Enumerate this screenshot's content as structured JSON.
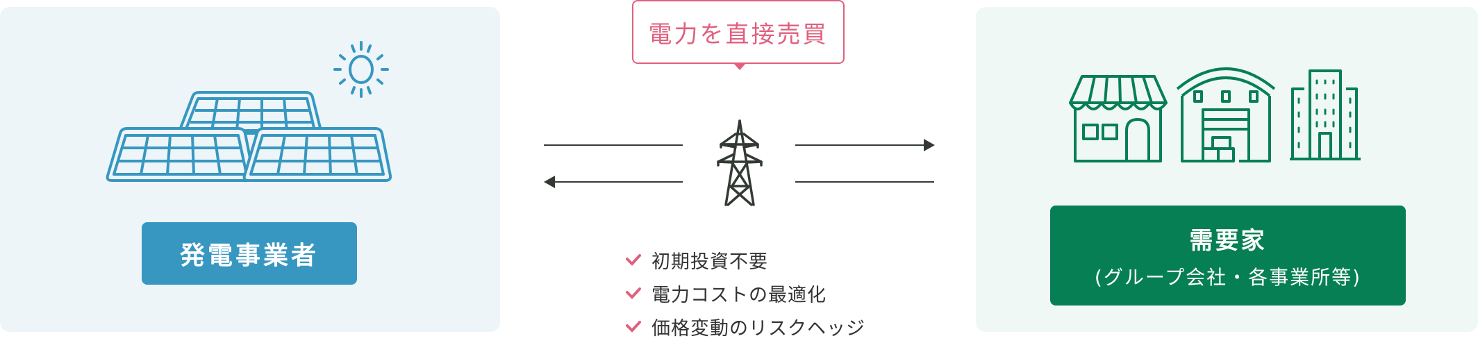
{
  "diagram": {
    "title": "電力を直接売買",
    "colors": {
      "accent_pink": "#e0607e",
      "generator_blue": "#3797c0",
      "consumer_green": "#067f55",
      "line_dark": "#333a33",
      "left_panel_bg": "#edf5f9",
      "right_panel_bg": "#f0f8f5"
    },
    "left": {
      "label": "発電事業者",
      "icons": [
        "solar-panels-icon",
        "sun-icon"
      ]
    },
    "center": {
      "icon": "transmission-tower-icon",
      "arrows": [
        "right-arrow (to consumer)",
        "left-arrow (to generator)"
      ],
      "benefits": [
        "初期投資不要",
        "電力コストの最適化",
        "価格変動のリスクヘッジ"
      ]
    },
    "right": {
      "label_line1": "需要家",
      "label_line2": "(グループ会社・各事業所等)",
      "icons": [
        "shop-icon",
        "warehouse-icon",
        "office-building-icon"
      ]
    }
  }
}
